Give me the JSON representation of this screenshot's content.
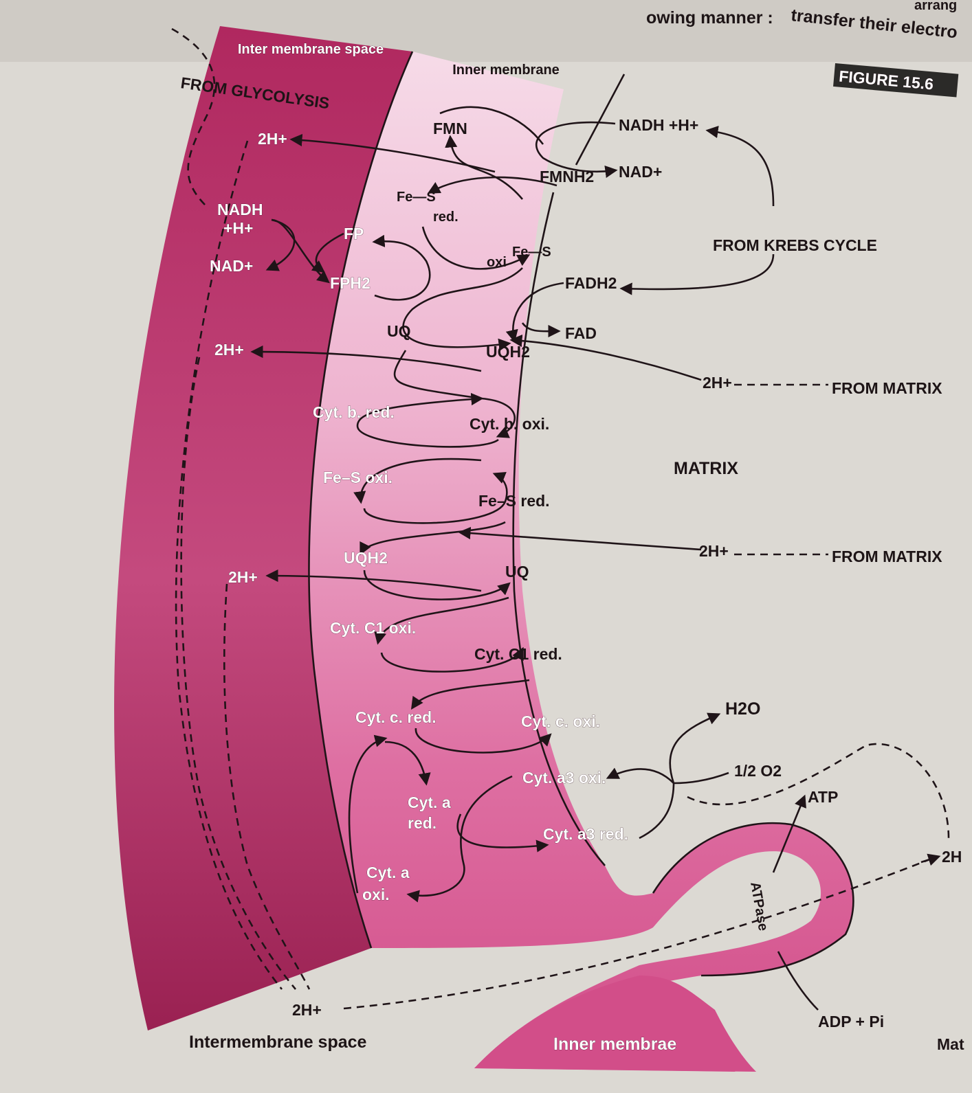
{
  "header_text": {
    "top_fragment": "owing manner :",
    "top_right_fragment": "transfer their electro",
    "top_far_right": "arrang"
  },
  "figure_badge": "FIGURE 15.6",
  "regions": {
    "outer_membrane_label": "Inter membrane space",
    "inner_membrane_label": "Inner membrane",
    "matrix_label": "MATRIX",
    "intermembrane_space_bottom": "Intermembrane space",
    "inner_membrane_bottom": "Inner membrae",
    "edge_right": "Mat"
  },
  "sources": {
    "glycolysis": "FROM GLYCOLYSIS",
    "krebs": "FROM KREBS CYCLE",
    "matrix_1": "FROM MATRIX",
    "matrix_2": "FROM MATRIX"
  },
  "molecules": {
    "nadh_glycolysis_1": "NADH",
    "nadh_glycolysis_2": "+H+",
    "nad_glycolysis": "NAD+",
    "fmn": "FMN",
    "fmnh2": "FMNH2",
    "nadh_krebs": "NADH +H+",
    "nad_krebs": "NAD+",
    "fes_red_1": "Fe—S",
    "fes_red_2": "red.",
    "fp": "FP",
    "fph2": "FPH2",
    "fes_oxi_1": "Fe—S",
    "fes_oxi_2": "oxi",
    "fadh2": "FADH2",
    "fad": "FAD",
    "uq_1": "UQ",
    "uqh2_1": "UQH2",
    "cyt_b_red": "Cyt. b. red.",
    "cyt_b_oxi": "Cyt. b. oxi.",
    "fes_oxi_mid": "Fe–S oxi.",
    "fes_red_mid": "Fe–S red.",
    "uqh2_2": "UQH2",
    "uq_2": "UQ",
    "cyt_c1_oxi": "Cyt. C1 oxi.",
    "cyt_c1_red": "Cyt. C1 red.",
    "cyt_c_red": "Cyt. c. red.",
    "cyt_c_oxi": "Cyt. c. oxi.",
    "cyt_a3_oxi": "Cyt. a3 oxi.",
    "cyt_a_red_1": "Cyt. a",
    "cyt_a_red_2": "red.",
    "cyt_a3_red": "Cyt. a3 red.",
    "cyt_a_oxi_1": "Cyt. a",
    "cyt_a_oxi_2": "oxi.",
    "h2o": "H2O",
    "half_o2": "1/2 O2",
    "atp": "ATP",
    "atpase": "ATPase",
    "adp_pi": "ADP + Pi"
  },
  "protons": {
    "h_top": "2H+",
    "h_mid1": "2H+",
    "h_mid2": "2H+",
    "h_matrix1": "2H+",
    "h_matrix2": "2H+",
    "h_bottom": "2H+",
    "h_right": "2H"
  },
  "colors": {
    "outer_membrane": "#a8285f",
    "inner_band": "#d24a86",
    "pink_light": "#f0b8d2",
    "page": "#dedbd5"
  }
}
